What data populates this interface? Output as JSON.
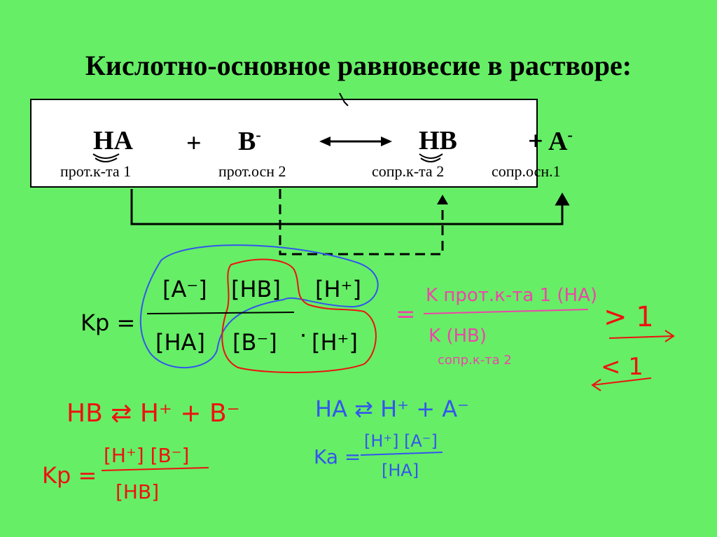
{
  "slide": {
    "title": "Кислотно-основное равновесие в растворе:",
    "equation": {
      "ha": "HA",
      "plus1": "+",
      "b": "B",
      "b_charge": "-",
      "hb": "HB",
      "plus_a": "+ A",
      "a_charge": "-",
      "label_ha": "прот.к-та 1",
      "label_b": "прот.осн 2",
      "label_hb": "сопр.к-та 2",
      "label_a": "сопр.осн.1"
    },
    "handwriting": {
      "black_left": "Kp =",
      "num_a": "[A⁻]",
      "num_hb": "[HB]",
      "num_h": "[H⁺]",
      "den_ha": "[HA]",
      "den_b": "[B⁻]",
      "den_dot": "·",
      "den_h": "[H⁺]",
      "pink_eq": "=",
      "pink_num": "K прот.к-та 1 (HA)",
      "pink_den": "K (HB)",
      "pink_sub": "сопр.к-та 2",
      "gt1": "> 1",
      "lt1": "< 1",
      "red_eq1": "HB ⇄ H⁺ + B⁻",
      "red_kp": "Kp =",
      "red_num": "[H⁺] [B⁻]",
      "red_den": "[HB]",
      "blue_eq1": "HA ⇄ H⁺ + A⁻",
      "blue_ka": "Ka =",
      "blue_num": "[H⁺] [A⁻]",
      "blue_den": "[HA]"
    },
    "colors": {
      "background": "#66ee66",
      "red": "#ee1111",
      "blue": "#3355ee",
      "pink": "#ee44aa",
      "black": "#000000"
    }
  }
}
